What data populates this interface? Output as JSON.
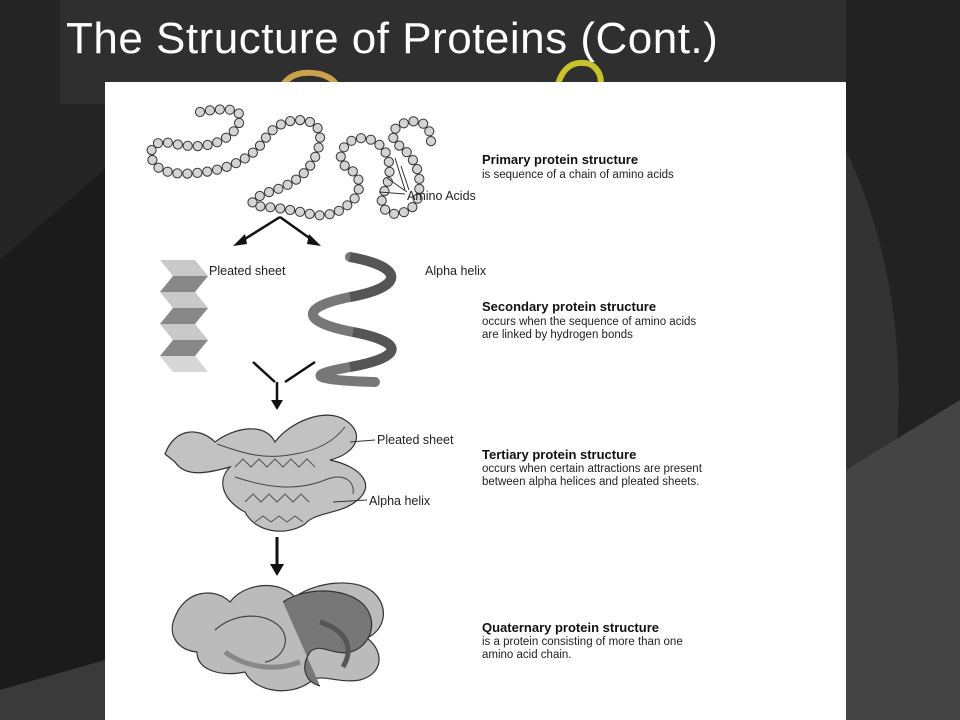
{
  "slide": {
    "title": "The Structure of Proteins (Cont.)"
  },
  "diagram": {
    "primary": {
      "heading": "Primary protein structure",
      "description": "is sequence of a chain of amino acids",
      "amino_label": "Amino Acids"
    },
    "secondary": {
      "pleated_label": "Pleated sheet",
      "helix_label": "Alpha helix",
      "heading": "Secondary protein structure",
      "description_1": "occurs when the sequence of amino acids",
      "description_2": "are linked by hydrogen bonds"
    },
    "tertiary": {
      "pleated_label": "Pleated sheet",
      "helix_label": "Alpha helix",
      "heading": "Tertiary protein structure",
      "description_1": "occurs when certain attractions are present",
      "description_2": "between alpha helices and pleated sheets."
    },
    "quaternary": {
      "heading": "Quaternary protein structure",
      "description_1": "is a protein consisting of more than one",
      "description_2": "amino acid chain."
    }
  }
}
